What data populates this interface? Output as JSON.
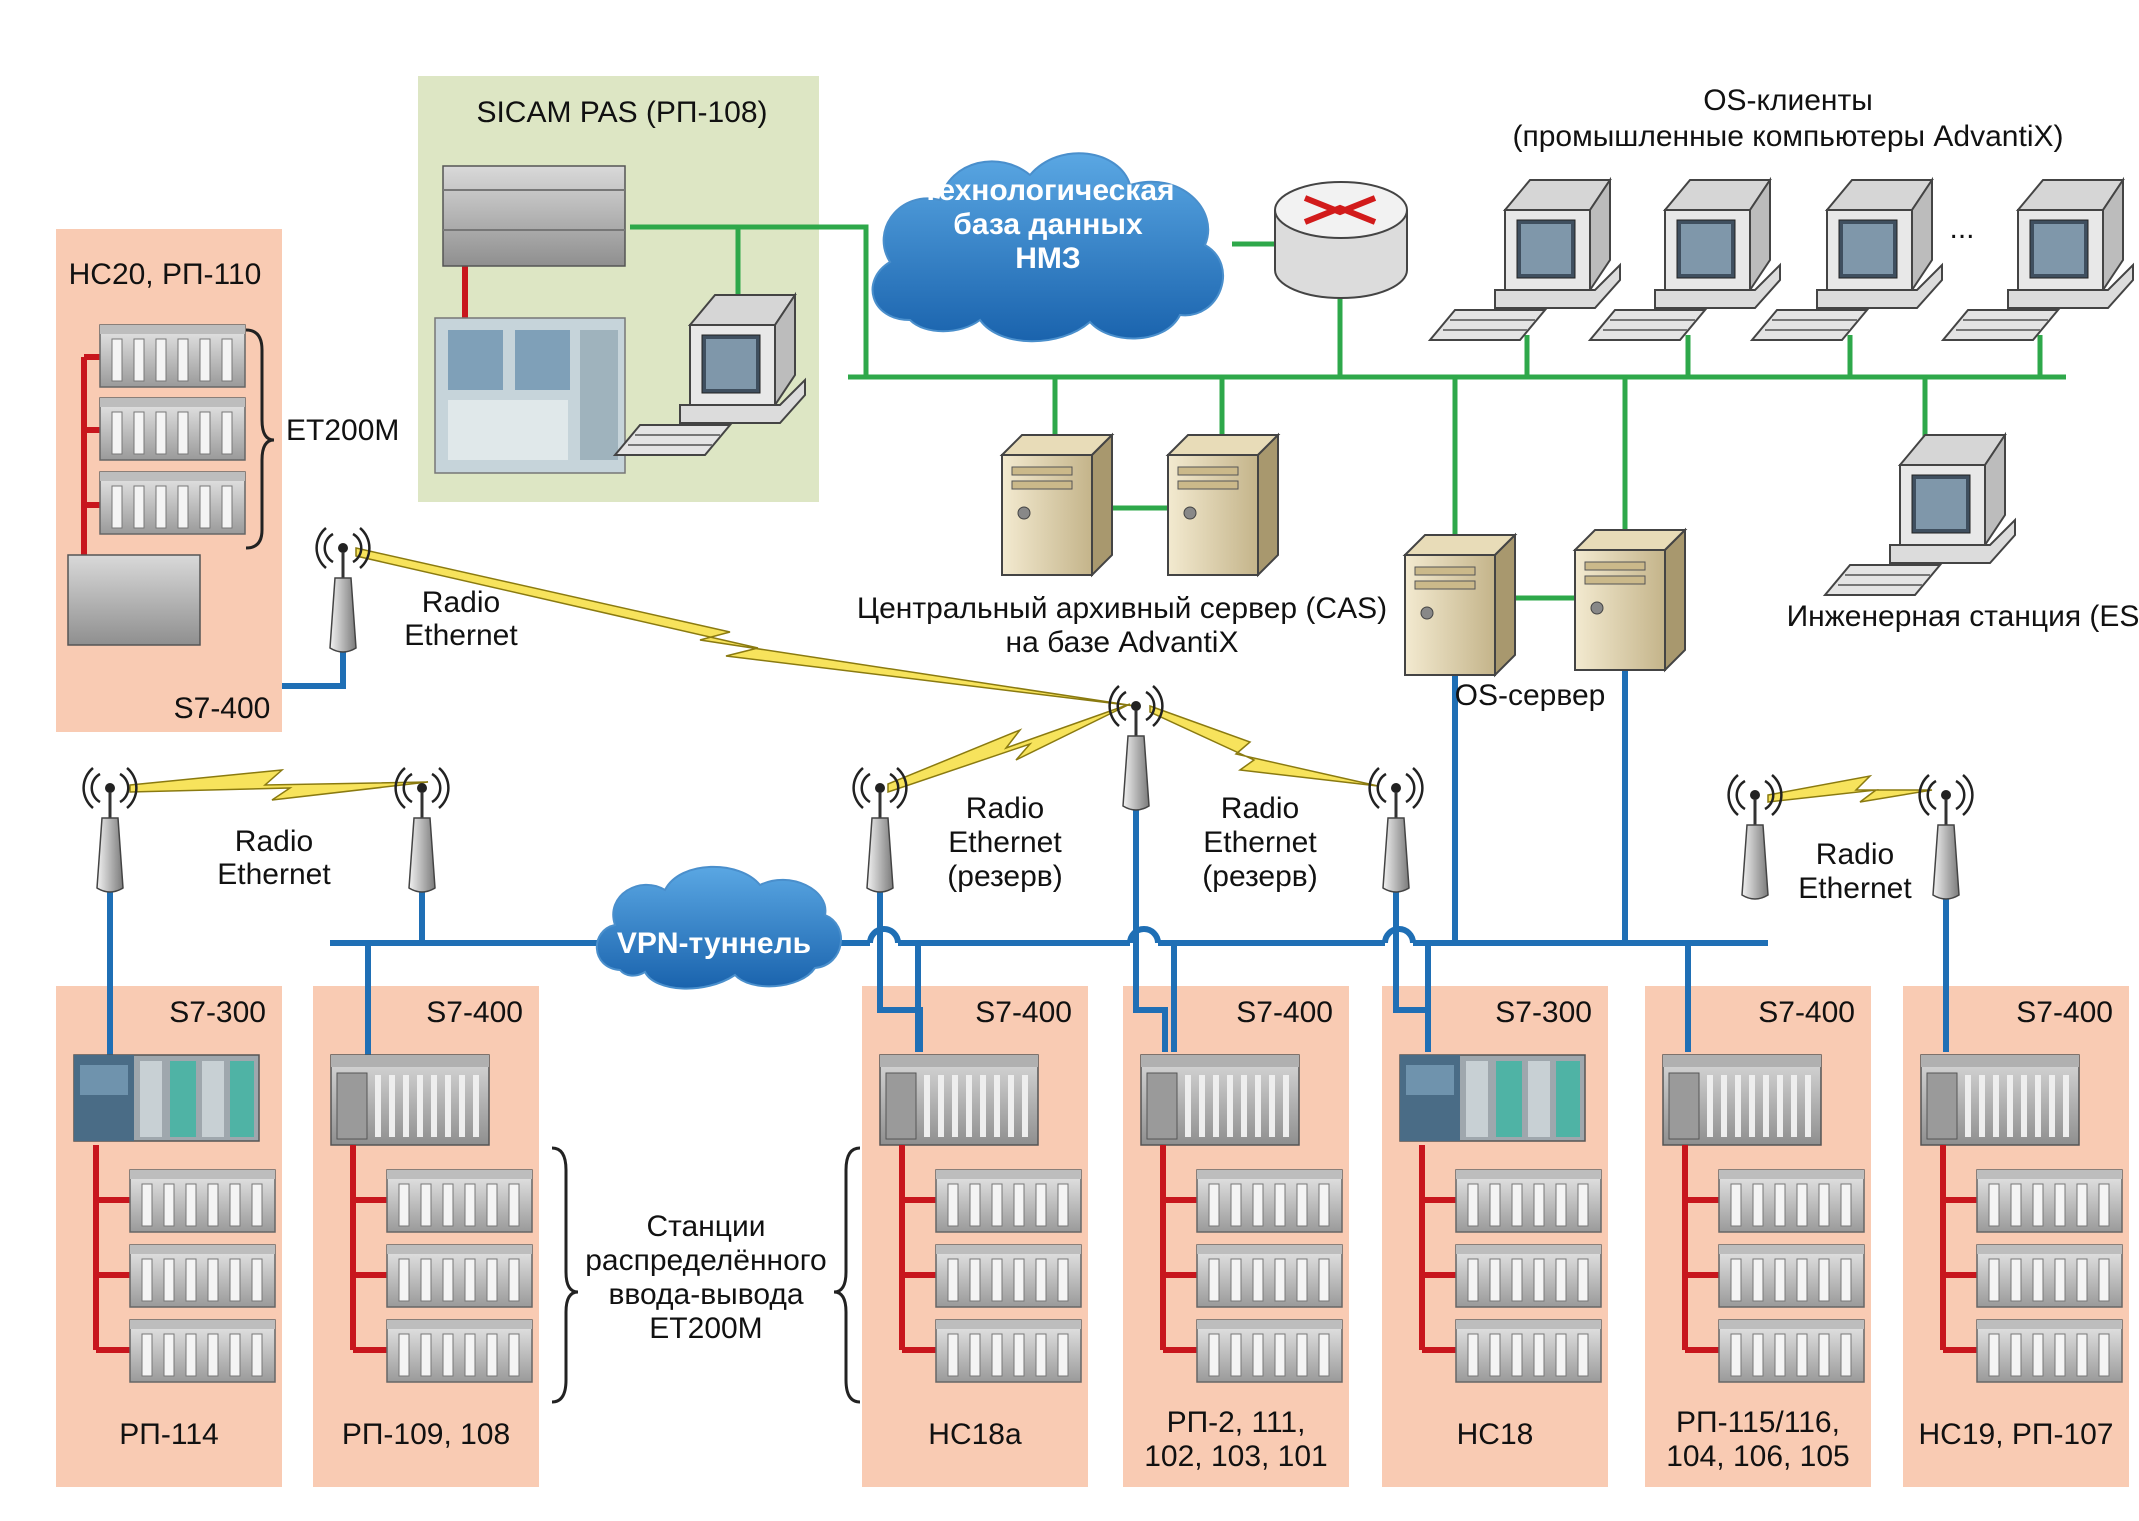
{
  "sicam": {
    "title": "SICAM PAS (РП-108)"
  },
  "cloud_db": {
    "line1": "Технологическая",
    "line2": "база данных",
    "line3": "НМЗ"
  },
  "os_clients": {
    "line1": "OS-клиенты",
    "line2": "(промышленные компьютеры AdvantiX)",
    "ellipsis": "..."
  },
  "cas": {
    "line1": "Центральный архивный сервер (CAS)",
    "line2": "на базе AdvantiX"
  },
  "es": {
    "label": "Инженерная станция (ES)"
  },
  "os_server": {
    "label": "OS-сервер"
  },
  "vpn": {
    "label": "VPN-туннель"
  },
  "radio": {
    "line1": "Radio",
    "line2": "Ethernet",
    "reserve": "(резерв)"
  },
  "top_station": {
    "name": "НС20, РП-110",
    "et": "ET200M",
    "cpu": "S7-400"
  },
  "distributed": {
    "line1": "Станции",
    "line2": "распределённого",
    "line3": "ввода-вывода",
    "line4": "ET200M"
  },
  "stations": [
    {
      "cpu": "S7-300",
      "name1": "РП-114",
      "name2": ""
    },
    {
      "cpu": "S7-400",
      "name1": "РП-109, 108",
      "name2": ""
    },
    {
      "cpu": "S7-400",
      "name1": "НС18а",
      "name2": ""
    },
    {
      "cpu": "S7-400",
      "name1": "РП-2, 111,",
      "name2": "102, 103, 101"
    },
    {
      "cpu": "S7-300",
      "name1": "НС18",
      "name2": ""
    },
    {
      "cpu": "S7-400",
      "name1": "РП-115/116,",
      "name2": "104, 106, 105"
    },
    {
      "cpu": "S7-400",
      "name1": "НС19, РП-107",
      "name2": ""
    }
  ]
}
